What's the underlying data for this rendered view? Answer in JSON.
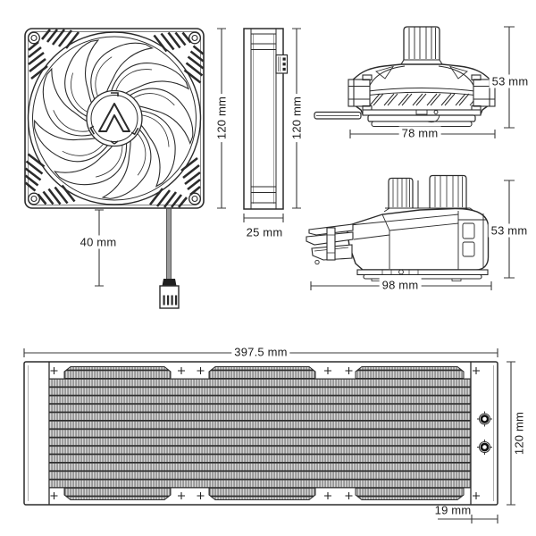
{
  "page": {
    "type": "product-dimension-diagram",
    "background": "#ffffff"
  },
  "colors": {
    "line": "#2b2b2b",
    "text": "#1c1c1c",
    "cable_gray": "#9a9a9a",
    "fin_fill": "#e9e9e9",
    "dim_line": "#3a3a3a"
  },
  "logo": {
    "icon": "arctic-triangle-logo"
  },
  "views": {
    "fan_front": "fan front view",
    "fan_side": "fan side view",
    "pump_front": "pump block front view",
    "pump_side": "pump block side view",
    "radiator": "radiator front view"
  },
  "dimensions": {
    "fan_front_height": "120 mm",
    "fan_cable_length": "40 mm",
    "fan_side_height": "120 mm",
    "fan_side_width": "25 mm",
    "pump_front_height": "53 mm",
    "pump_front_width": "78 mm",
    "pump_side_height": "53 mm",
    "pump_side_width": "98 mm",
    "radiator_length": "397.5 mm",
    "radiator_height": "120 mm",
    "radiator_end_width": "19 mm"
  }
}
